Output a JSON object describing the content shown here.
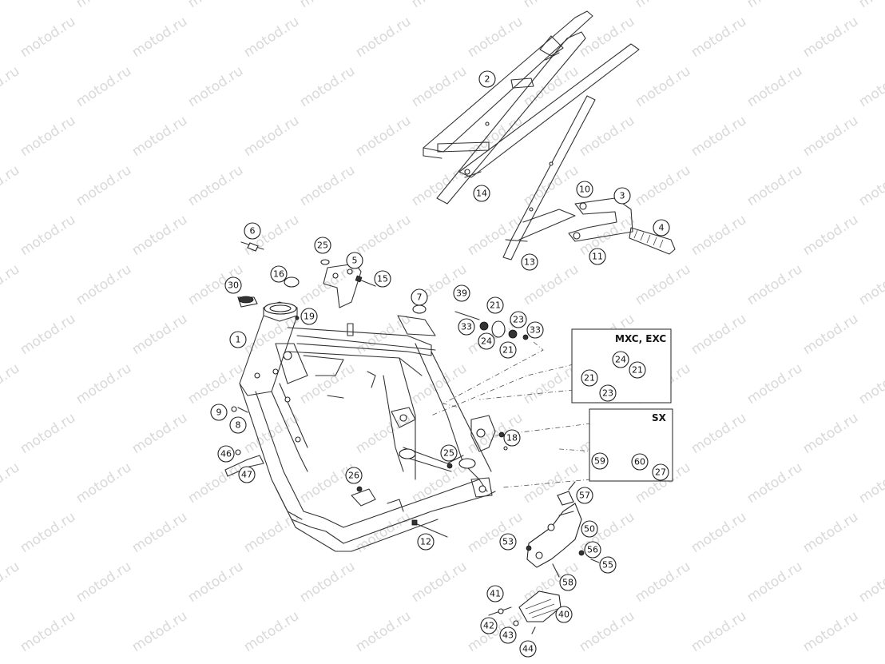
{
  "watermark": "motod.ru",
  "boxes": {
    "variant_box": {
      "label": "MXC, EXC"
    },
    "sx_box": {
      "label": "SX"
    }
  },
  "callouts": [
    "1",
    "2",
    "3",
    "4",
    "5",
    "6",
    "7",
    "8",
    "9",
    "10",
    "11",
    "12",
    "13",
    "14",
    "15",
    "16",
    "18",
    "19",
    "21",
    "23",
    "24",
    "25",
    "26",
    "27",
    "30",
    "33",
    "39",
    "40",
    "41",
    "42",
    "43",
    "44",
    "46",
    "47",
    "50",
    "53",
    "55",
    "56",
    "57",
    "58",
    "59",
    "60"
  ]
}
